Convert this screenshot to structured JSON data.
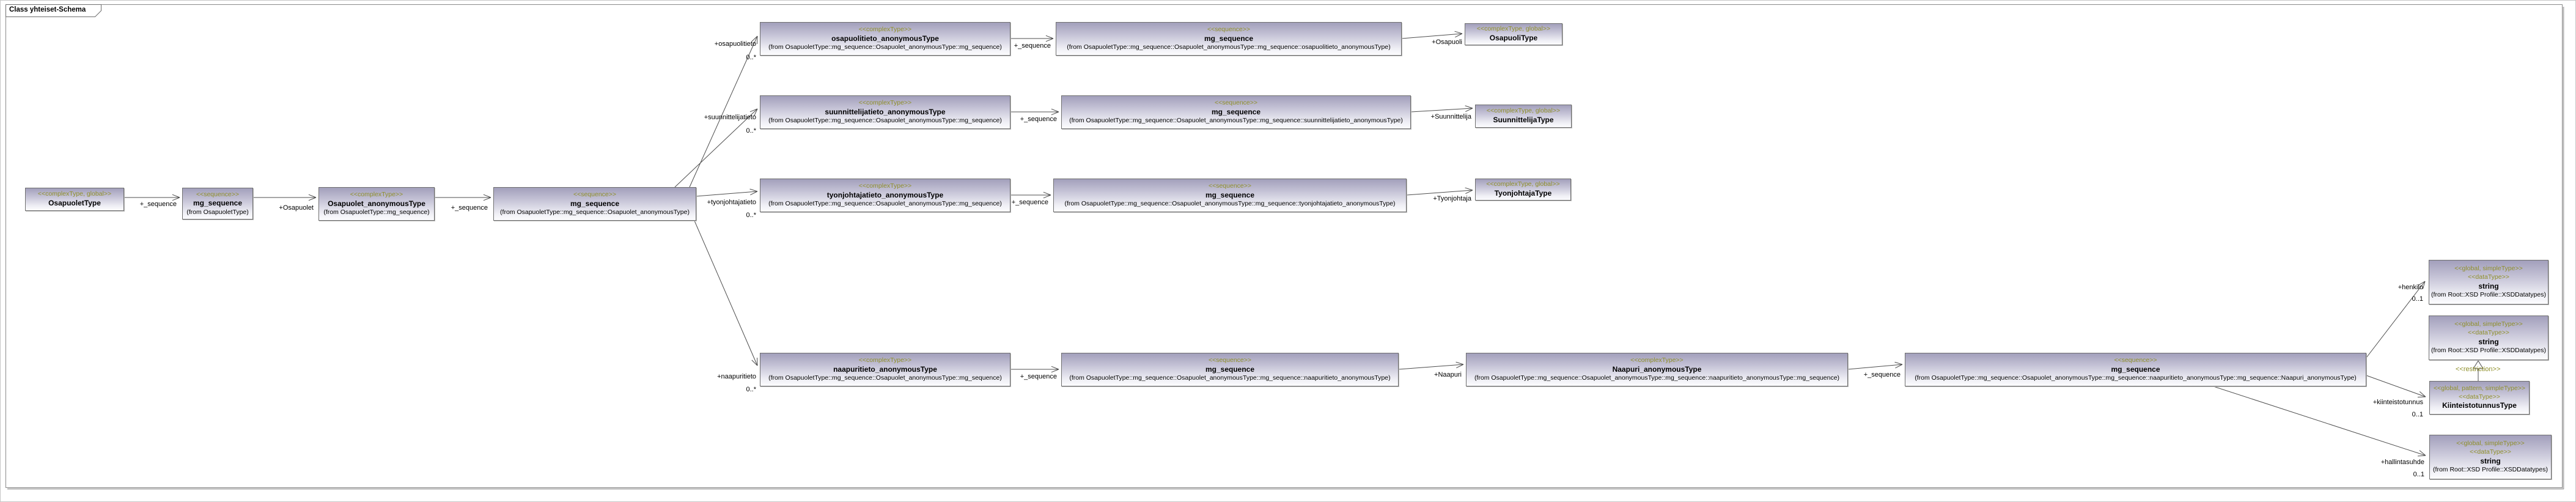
{
  "diagram_title": "Class yhteiset-Schema",
  "colors": {
    "box_gradient_top": "#a29fbb",
    "box_gradient_bottom": "#fcfcfe",
    "box_border": "#6e6e6e",
    "stereotype_text": "#8f8f2a",
    "line": "#4d4d4d",
    "frame_border": "#8a8a8a"
  },
  "boxes": [
    {
      "stereotypes": [
        "<<complexType, global>>"
      ],
      "name": "OsapuoletType"
    },
    {
      "stereotypes": [
        "<<sequence>>"
      ],
      "name": "mg_sequence",
      "from": "(from OsapuoletType)"
    },
    {
      "stereotypes": [
        "<<complexType>>"
      ],
      "name": "Osapuolet_anonymousType",
      "from": "(from OsapuoletType::mg_sequence)"
    },
    {
      "stereotypes": [
        "<<sequence>>"
      ],
      "name": "mg_sequence",
      "from": "(from OsapuoletType::mg_sequence::Osapuolet_anonymousType)"
    },
    {
      "stereotypes": [
        "<<complexType>>"
      ],
      "name": "osapuolitieto_anonymousType",
      "from": "(from OsapuoletType::mg_sequence::Osapuolet_anonymousType::mg_sequence)"
    },
    {
      "stereotypes": [
        "<<sequence>>"
      ],
      "name": "mg_sequence",
      "from": "(from OsapuoletType::mg_sequence::Osapuolet_anonymousType::mg_sequence::osapuolitieto_anonymousType)"
    },
    {
      "stereotypes": [
        "<<complexType, global>>"
      ],
      "name": "OsapuoliType"
    },
    {
      "stereotypes": [
        "<<complexType>>"
      ],
      "name": "suunnittelijatieto_anonymousType",
      "from": "(from OsapuoletType::mg_sequence::Osapuolet_anonymousType::mg_sequence)"
    },
    {
      "stereotypes": [
        "<<sequence>>"
      ],
      "name": "mg_sequence",
      "from": "(from OsapuoletType::mg_sequence::Osapuolet_anonymousType::mg_sequence::suunnittelijatieto_anonymousType)"
    },
    {
      "stereotypes": [
        "<<complexType, global>>"
      ],
      "name": "SuunnittelijaType"
    },
    {
      "stereotypes": [
        "<<complexType>>"
      ],
      "name": "tyonjohtajatieto_anonymousType",
      "from": "(from OsapuoletType::mg_sequence::Osapuolet_anonymousType::mg_sequence)"
    },
    {
      "stereotypes": [
        "<<sequence>>"
      ],
      "name": "mg_sequence",
      "from": "(from OsapuoletType::mg_sequence::Osapuolet_anonymousType::mg_sequence::tyonjohtajatieto_anonymousType)"
    },
    {
      "stereotypes": [
        "<<complexType, global>>"
      ],
      "name": "TyonjohtajaType"
    },
    {
      "stereotypes": [
        "<<complexType>>"
      ],
      "name": "naapuritieto_anonymousType",
      "from": "(from OsapuoletType::mg_sequence::Osapuolet_anonymousType::mg_sequence)"
    },
    {
      "stereotypes": [
        "<<sequence>>"
      ],
      "name": "mg_sequence",
      "from": "(from OsapuoletType::mg_sequence::Osapuolet_anonymousType::mg_sequence::naapuritieto_anonymousType)"
    },
    {
      "stereotypes": [
        "<<complexType>>"
      ],
      "name": "Naapuri_anonymousType",
      "from": "(from OsapuoletType::mg_sequence::Osapuolet_anonymousType::mg_sequence::naapuritieto_anonymousType::mg_sequence)"
    },
    {
      "stereotypes": [
        "<<sequence>>"
      ],
      "name": "mg_sequence",
      "from": "(from OsapuoletType::mg_sequence::Osapuolet_anonymousType::mg_sequence::naapuritieto_anonymousType::mg_sequence::Naapuri_anonymousType)"
    },
    {
      "stereotypes": [
        "<<global, simpleType>>",
        "<<dataType>>"
      ],
      "name": "string",
      "from": "(from Root::XSD Profile::XSDDatatypes)"
    },
    {
      "stereotypes": [
        "<<global, simpleType>>",
        "<<dataType>>"
      ],
      "name": "string",
      "from": "(from Root::XSD Profile::XSDDatatypes)"
    },
    {
      "stereotypes": [
        "<<global, pattern, simpleType>>",
        "<<dataType>>"
      ],
      "name": "KiinteistotunnusType"
    },
    {
      "stereotypes": [
        "<<global, simpleType>>",
        "<<dataType>>"
      ],
      "name": "string",
      "from": "(from Root::XSD Profile::XSDDatatypes)"
    }
  ],
  "edges": [
    {
      "label": "+_sequence"
    },
    {
      "label": "+Osapuolet"
    },
    {
      "label": "+_sequence"
    },
    {
      "label": "+osapuolitieto",
      "multiplicity": "0..*"
    },
    {
      "label": "+suunnittelijatieto",
      "multiplicity": "0..*"
    },
    {
      "label": "+tyonjohtajatieto",
      "multiplicity": "0..*"
    },
    {
      "label": "+naapuritieto",
      "multiplicity": "0..*"
    },
    {
      "label": "+_sequence"
    },
    {
      "label": "+Osapuoli"
    },
    {
      "label": "+_sequence"
    },
    {
      "label": "+Suunnittelija"
    },
    {
      "label": "+_sequence"
    },
    {
      "label": "+Tyonjohtaja"
    },
    {
      "label": "+_sequence"
    },
    {
      "label": "+Naapuri"
    },
    {
      "label": "+_sequence"
    },
    {
      "label": "+henkilo",
      "multiplicity": "0..1"
    },
    {
      "label": "+kiinteistotunnus",
      "multiplicity": "0..1"
    },
    {
      "label": "+hallintasuhde",
      "multiplicity": "0..1"
    }
  ],
  "generalization": {
    "label": "<<restriction>>"
  }
}
